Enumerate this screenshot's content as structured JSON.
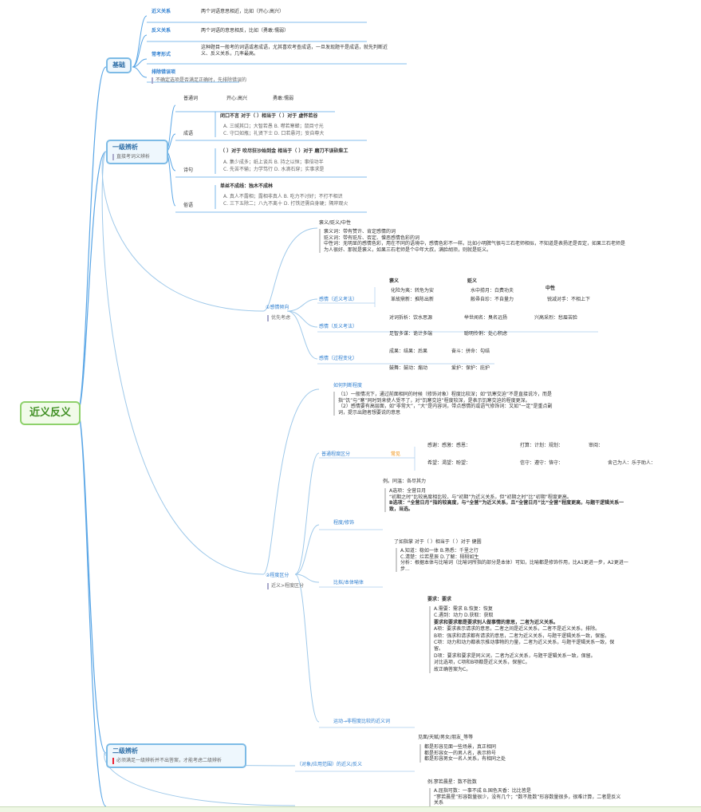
{
  "root": "近义反义",
  "basics": {
    "label": "基础",
    "items": [
      {
        "term": "近义关系",
        "desc": "两个词语意思相近，比如（开心:高兴）"
      },
      {
        "term": "反义关系",
        "desc": "两个词语的意思相反，比如（勇敢:懦弱）"
      },
      {
        "term": "常考形式",
        "desc": "这种题目一般考的词语或者成语，尤其喜欢考查成语，一旦发现题干是成语，就先判断近义、反义关系，几率最高。"
      },
      {
        "term": "排除错误项",
        "desc": "不确定选项是否满足正确时，先排除错误的"
      }
    ]
  },
  "level1": {
    "label": "一级辨析",
    "note": "直接考词义辨析",
    "header": [
      "普通词",
      "开心:高兴",
      "勇敢:懦弱"
    ],
    "groups": [
      {
        "cat": "成语",
        "q": "闭口不言 对于（ ）相当于（ ）对于 虚怀若谷",
        "a": "A. 三缄其口；大智若愚  B. 噤若寒蝉；鼠目寸光",
        "c": "C. 守口如瓶；礼贤下士  D. 口若悬河；妄自尊大"
      },
      {
        "cat": "诗句",
        "q": "（ ）对于 吹尽狂沙始到金 相当于（ ）对于 磨刀不误砍柴工",
        "a": "A. 集少成多；纸上谈兵  B. 持之以恒；事倍功半",
        "c": "C. 先苦不输；力学笃行  D. 水滴石穿；实事求是"
      },
      {
        "cat": "俗语",
        "q": "单丝不成线：独木不成林",
        "a": "A. 真人不露相；露相非真人  B. 吃力不讨好；不打不相识",
        "c": "C. 三下五除二；八九不离十  D. 打铁还需自身硬；隔岸观火"
      }
    ]
  },
  "emotion": {
    "label": "①感情倾向",
    "note": "优先考虑",
    "head": "褒义/贬义/中性",
    "defs": [
      "褒义词：带有赞许、肯定感情的词",
      "贬义词：带有贬斥、否定、憎恶感情色彩的词",
      "中性词：无明显的感情色彩，用在不同的语境中，感情色彩不一样。比如小明脾气很与三石老师相似，不知道是表扬还是否定，如果三石老师是为人很好、那就是褒义，如果三石老师是个中年大叔，满脸胡须，则就是贬义。"
    ],
    "rows": [
      {
        "label": "感情（近义考法）",
        "cols": [
          {
            "title": "褒义",
            "lines": [
              "化险为夷：转危为安",
              "革故鼎新：推陈出新"
            ]
          },
          {
            "title": "贬义",
            "lines": [
              "水中捞月：白费功夫",
              "敝帚自珍：不自量力"
            ]
          },
          {
            "title": "中性",
            "lines": [
              "锐减对手：不相上下"
            ]
          }
        ]
      },
      {
        "label": "感情（反义考法）",
        "pairs": [
          "对词拆析：饮水思源",
          "举世闻名：臭名远扬",
          "兴高采烈：愁眉苦脸",
          "足智多谋：诡计多端",
          "聪明伶俐：处心积虑"
        ]
      },
      {
        "label": "感情（过程变化）",
        "pairs": [
          "成果：结果：后果",
          "奋斗：拼命：勾结",
          "鼓舞：鼓动：煽动",
          "爱护：保护：庇护"
        ]
      }
    ]
  },
  "degree": {
    "label": "②程度区分",
    "note": "近义>程度区分",
    "how_title": "如何判断程度",
    "how": [
      "（1）一般情况下，通过前面相同的时候（修饰对象）程度比较深；如“饥寒交迫”不是直接说冷，而是指“饥”与“寒”同时到来使人受不了，对“饥寒交迫”程度较深，是表示饥寒交迫的程度更深。",
      "（2）感情要有高层面，如“非常大”，“大”是内容词，带点感情的或语气修饰词：又如“一定”是重点副词，提示出题者想要说的意思"
    ],
    "rows": [
      {
        "label": "普通程度区分",
        "tag": "常见",
        "lines": [
          [
            "感谢：感激：感恩：",
            "",
            "打算：计划：规划：",
            "审阅："
          ],
          [
            "希望：渴望：盼望：",
            "",
            "信守：遵守：恪守：",
            "舍己为人：乐于助人："
          ]
        ]
      },
      {
        "label": "程度/修饰",
        "q": "例。同温：各尽其力",
        "lines": [
          "A选项：全营日月",
          "“初期之时”比较高度相比较，与“初期”为近义关系，但“初期之时”比“初期”程度更高。",
          "B选项：“全营日月”指的较高度，与“全营”为近义关系，且“全营日月”比“全营”程度更高，与题干逻辑关系一致，当选。"
        ]
      },
      {
        "label": "比拟/本体喻体",
        "q": "了如指掌 对于（ ）相当于（ ）对于 健圆",
        "lines": [
          "A.知道：稳如一体  B.熟悉：千里之行",
          "C.清楚：烂若星辰  D.了解：栩栩如生",
          "分析：根据本体与比喻词（比喻词所指的部分是本体）可知，比喻都是修饰作用，比A1更进一步，A2更进一步..."
        ]
      },
      {
        "label": "运动→非程度比较的近义词",
        "title": "要求：要求",
        "lines": [
          "A.需要：需求  B.恢复：恢复",
          "C.遇到：动力  D.获取：获取",
          "要求和要求都是要求别人做事情的意思，二者为近义关系。",
          "A项：要求表示请求的意思，二者之间是近义关系，二者不是近义关系，排除。",
          "B项：强求和请求都有请求的意思，二者为近义关系，与题干逻辑关系一致，保留。",
          "C项：动力和动力都表示推动事物的力量，二者为近义关系，与题干逻辑关系一致，保留。",
          "D项：要求和要求是同义词，二者为近义关系，与题干逻辑关系一致，保留。",
          "对比选项，C项和B项都是近义关系，保留C。",
          "故正确答案为C。"
        ]
      }
    ]
  },
  "level2": {
    "label": "二级辨析",
    "note": "必须满足一级辨析并不出答案，才能考虑二级辨析",
    "rows": [
      {
        "label": "（对象/应用范围）的近义/反义",
        "title": "见面/天赋/男女/朋友_等等",
        "lines": [
          "都是形容见面一些场景，真正相同",
          "都是形容女一的男人名，表示称号",
          "都是形容男女一名人关系，有相同之处"
        ]
      },
      {
        "label": "",
        "title": "例.寥若晨星：数不胜数",
        "lines": [
          "A.屈指可数：一事不成  B.国色天香：比比皆是",
          "“寥若晨星”形容数量很少，没有几个；“数不胜数”形容数量很多，很难计算，二者是反义关系"
        ]
      }
    ]
  }
}
